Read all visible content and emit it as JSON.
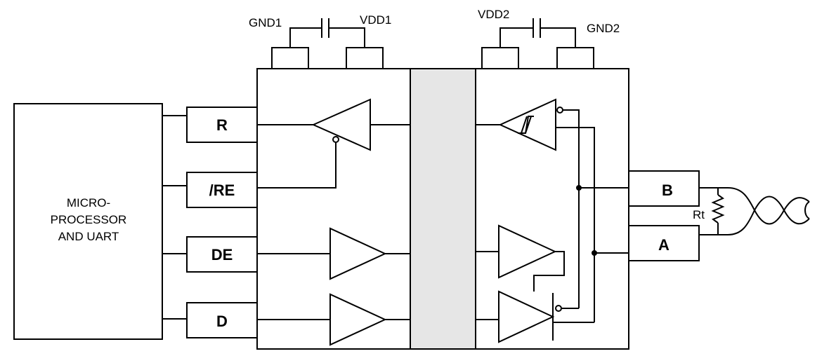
{
  "microprocessor": {
    "line1": "MICRO-",
    "line2": "PROCESSOR",
    "line3": "AND UART"
  },
  "pins": {
    "r": "R",
    "re": "/RE",
    "de": "DE",
    "d": "D",
    "b": "B",
    "a": "A"
  },
  "supply": {
    "gnd1": "GND1",
    "vdd1": "VDD1",
    "vdd2": "VDD2",
    "gnd2": "GND2"
  },
  "termination": {
    "rt": "Rt"
  },
  "colors": {
    "isolation_barrier": "#e6e6e6",
    "stroke": "#000000"
  }
}
